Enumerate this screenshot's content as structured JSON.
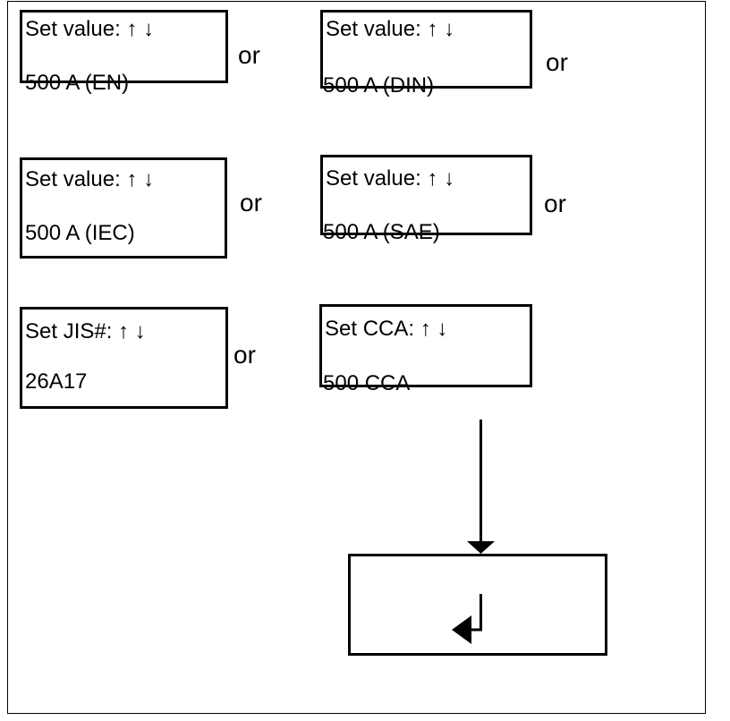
{
  "page": {
    "background_color": "#ffffff",
    "line_color": "#000000"
  },
  "screens": [
    {
      "id": "en",
      "line1": "Set value: ↑ ↓",
      "line2": "500 A (EN)"
    },
    {
      "id": "din",
      "line1": "Set value: ↑ ↓",
      "line2": "500 A (DIN)"
    },
    {
      "id": "iec",
      "line1": "Set value: ↑ ↓",
      "line2": "500 A (IEC)"
    },
    {
      "id": "sae",
      "line1": "Set value: ↑ ↓",
      "line2": "500 A (SAE)"
    },
    {
      "id": "jis",
      "line1": "Set JIS#: ↑ ↓",
      "line2": "26A17"
    },
    {
      "id": "cca",
      "line1": "Set CCA: ↑ ↓",
      "line2": "500 CCA"
    }
  ],
  "connectors": {
    "or_labels": [
      "or",
      "or",
      "or",
      "or",
      "or"
    ]
  },
  "icons": {
    "down_arrow_icon": "↓",
    "return_arrow_icon": "↵"
  }
}
